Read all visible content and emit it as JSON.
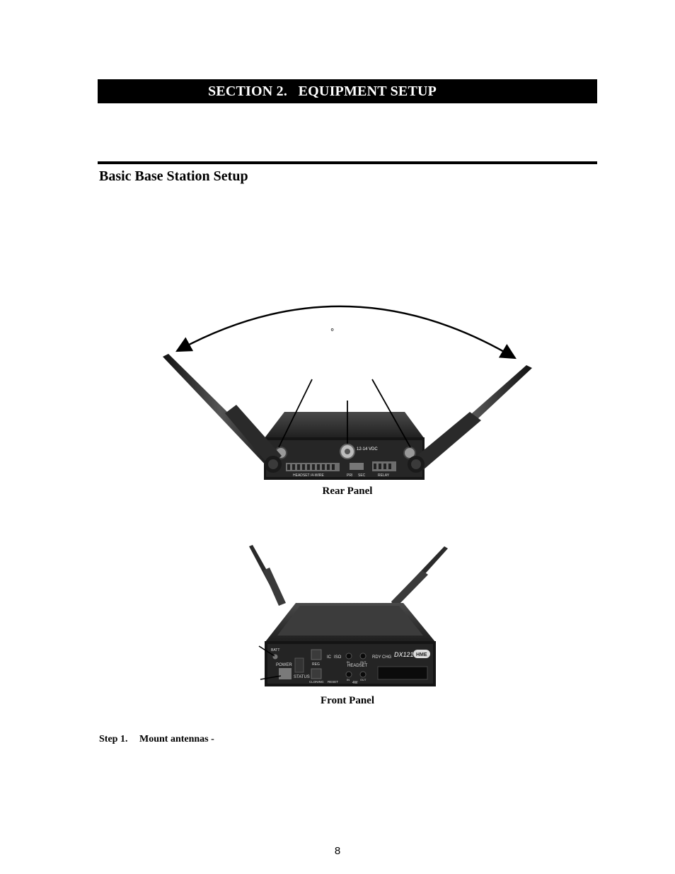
{
  "section_title": "SECTION 2.   EQUIPMENT SETUP",
  "heading": "Basic Base Station Setup",
  "diagram": {
    "degree_symbol": "°",
    "rear_panel_labels": {
      "voltage": "12-14 VDC",
      "headset": "HEADSET /4-WIRE",
      "pri": "PRI",
      "sec": "SEC",
      "relay": "RELAY"
    },
    "front_panel_labels": {
      "batt": "BATT",
      "power": "POWER",
      "status": "STATUS",
      "reg": "REG",
      "cloning": "CLONING",
      "reset": "RESET",
      "ic": "IC",
      "iso": "ISO",
      "headset": "HEADSET",
      "in1": "IN",
      "out1": "OUT",
      "in2": "IN",
      "out2": "OUT",
      "four_w": "4W",
      "rdy": "RDY",
      "chg": "CHG",
      "model": "DX121",
      "brand": "HME"
    }
  },
  "captions": {
    "rear": "Rear Panel",
    "front": "Front Panel"
  },
  "step": {
    "number": "Step 1.",
    "text": "Mount antennas -"
  },
  "page_number": "8"
}
